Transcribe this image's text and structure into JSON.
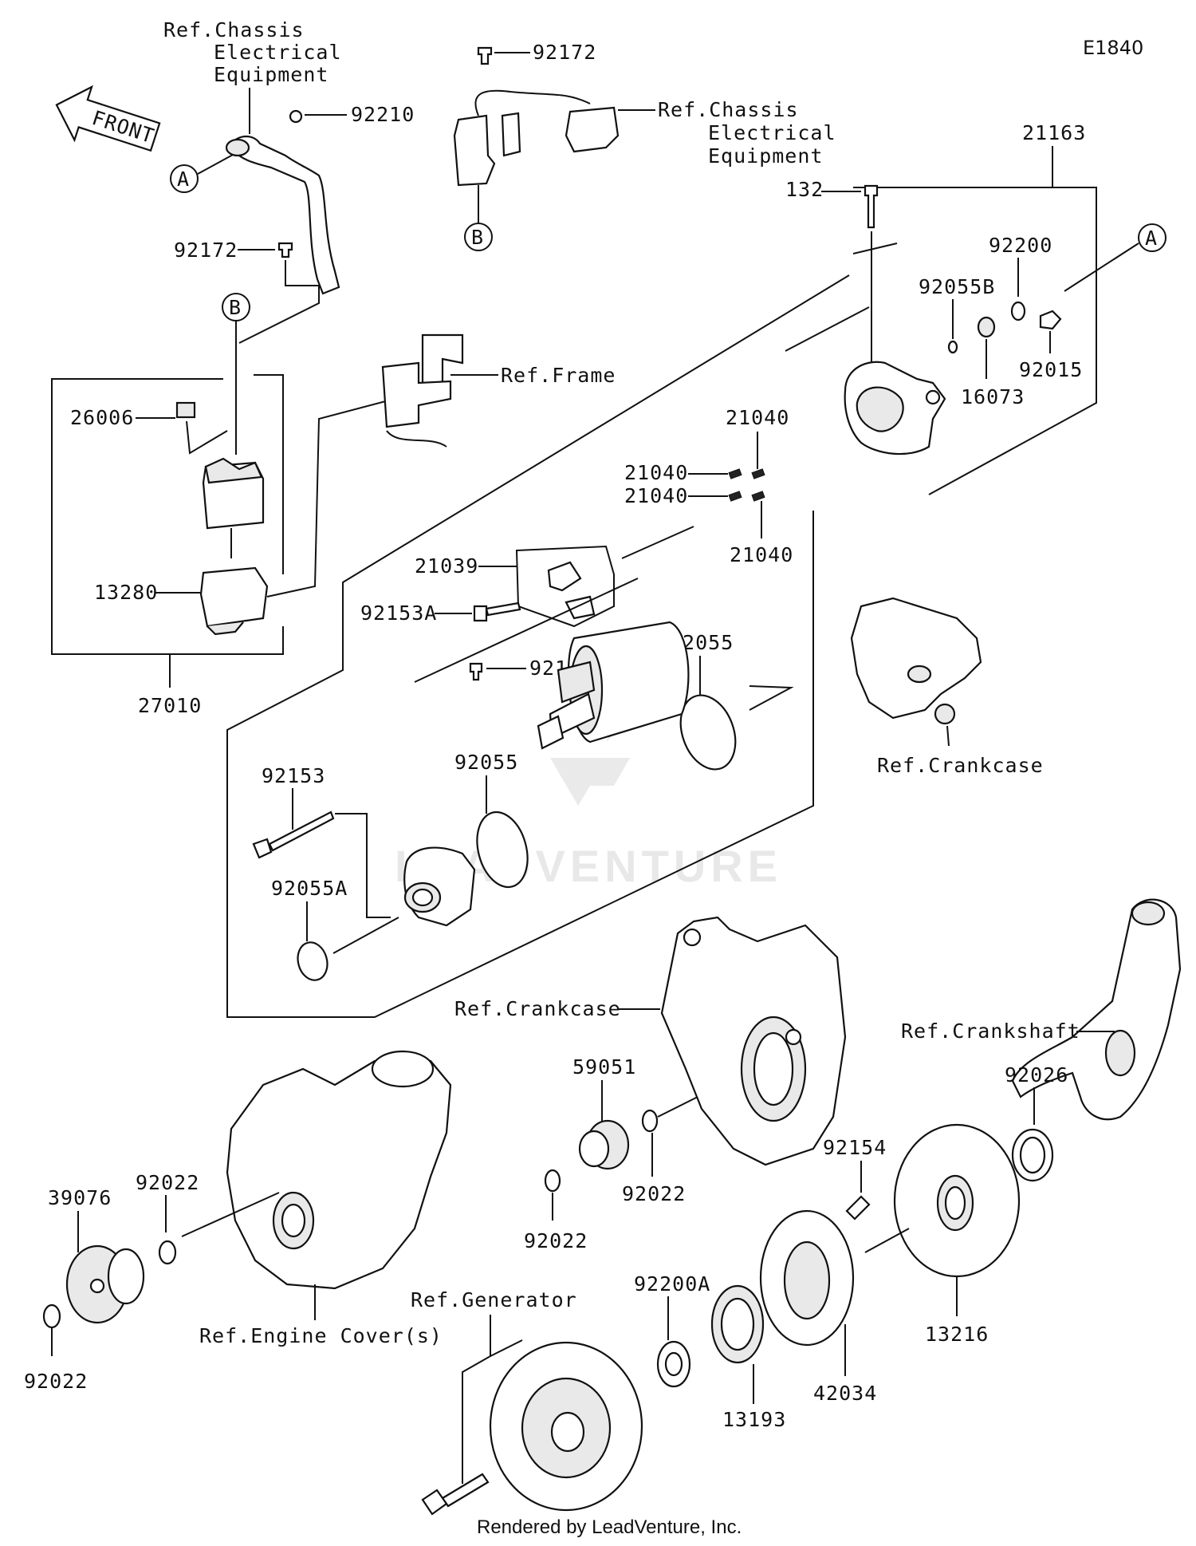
{
  "diagram_code": "E1840",
  "credit": "Rendered by LeadVenture, Inc.",
  "watermark": "LEADVENTURE",
  "front_arrow": "FRONT",
  "refs": {
    "chassis_electrical_1": [
      "Ref.Chassis",
      "Electrical",
      "Equipment"
    ],
    "chassis_electrical_2": [
      "Ref.Chassis",
      "Electrical",
      "Equipment"
    ],
    "frame": "Ref.Frame",
    "crankcase_1": "Ref.Crankcase",
    "crankcase_2": "Ref.Crankcase",
    "crankshaft": "Ref.Crankshaft",
    "engine_cover": "Ref.Engine Cover(s)",
    "generator": "Ref.Generator"
  },
  "callouts": {
    "a": "A",
    "b": "B"
  },
  "parts": {
    "p92210": "92210",
    "p92172_top": "92172",
    "p92172_left": "92172",
    "p26006": "26006",
    "p13280": "13280",
    "p27010": "27010",
    "p21163": "21163",
    "p132": "132",
    "p92200": "92200",
    "p92055B": "92055B",
    "p92015": "92015",
    "p16073": "16073",
    "p21040_a": "21040",
    "p21040_b": "21040",
    "p21040_c": "21040",
    "p21040_d": "21040",
    "p21039": "21039",
    "p92153A": "92153A",
    "p92172A": "92172A",
    "p92055_top": "92055",
    "p92055_mid": "92055",
    "p92153": "92153",
    "p92055A": "92055A",
    "p59051": "59051",
    "p92022_a": "92022",
    "p92022_b": "92022",
    "p92022_c": "92022",
    "p92022_d": "92022",
    "p39076": "39076",
    "p92026": "92026",
    "p92154": "92154",
    "p92200A": "92200A",
    "p13216": "13216",
    "p42034": "42034",
    "p13193": "13193"
  }
}
